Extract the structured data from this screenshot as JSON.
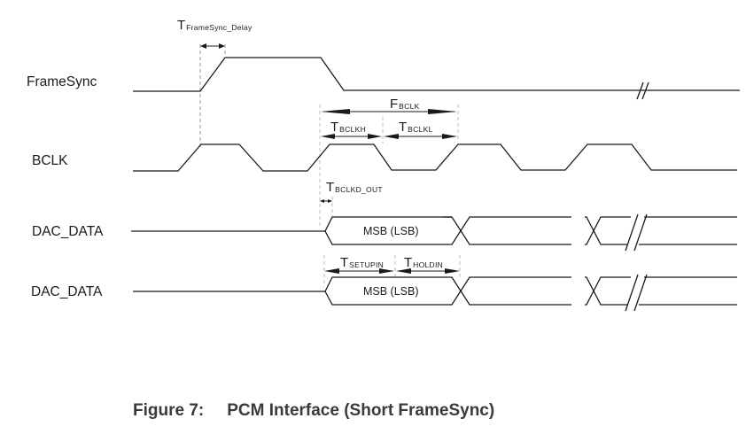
{
  "diagram": {
    "type": "timing-diagram",
    "signals": [
      {
        "id": "framesync",
        "label": "FrameSync"
      },
      {
        "id": "bclk",
        "label": "BCLK"
      },
      {
        "id": "dac1",
        "label": "DAC_DATA"
      },
      {
        "id": "dac2",
        "label": "DAC_DATA"
      }
    ],
    "timings": {
      "framesync_delay": {
        "main": "T",
        "sub": "FrameSync_Delay"
      },
      "fbclk": {
        "main": "F",
        "sub": "BCLK"
      },
      "tbclkh": {
        "main": "T",
        "sub": "BCLKH"
      },
      "tbclkl": {
        "main": "T",
        "sub": "BCLKL"
      },
      "tbclkd_out": {
        "main": "T",
        "sub": "BCLKD_OUT"
      },
      "tsetupin": {
        "main": "T",
        "sub": "SETUPIN"
      },
      "tholdin": {
        "main": "T",
        "sub": "HOLDIN"
      }
    },
    "data_boxes": [
      {
        "signal": "dac1",
        "text": "MSB (LSB)"
      },
      {
        "signal": "dac2",
        "text": "MSB (LSB)"
      }
    ]
  },
  "caption": {
    "figure": "Figure 7:",
    "title": "PCM Interface (Short FrameSync)"
  }
}
